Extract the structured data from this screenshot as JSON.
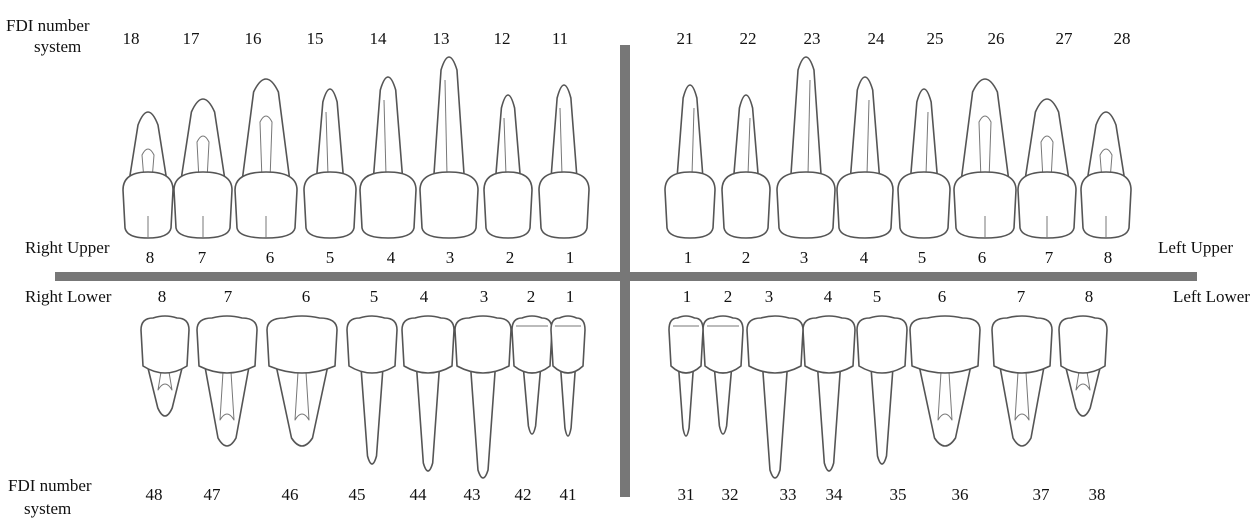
{
  "system_label": {
    "top": [
      "FDI number",
      "system"
    ],
    "bottom": [
      "FDI number",
      "system"
    ]
  },
  "quadrant_labels": {
    "right_upper": "Right Upper",
    "left_upper": "Left Upper",
    "right_lower": "Right Lower",
    "left_lower": "Left Lower"
  },
  "upper_fdi_right": [
    "18",
    "17",
    "16",
    "15",
    "14",
    "13",
    "12",
    "11"
  ],
  "upper_fdi_left": [
    "21",
    "22",
    "23",
    "24",
    "25",
    "26",
    "27",
    "28"
  ],
  "lower_fdi_right": [
    "48",
    "47",
    "46",
    "45",
    "44",
    "43",
    "42",
    "41"
  ],
  "lower_fdi_left": [
    "31",
    "32",
    "33",
    "34",
    "35",
    "36",
    "37",
    "38"
  ],
  "upper_pos_right": [
    "8",
    "7",
    "6",
    "5",
    "4",
    "3",
    "2",
    "1"
  ],
  "upper_pos_left": [
    "1",
    "2",
    "3",
    "4",
    "5",
    "6",
    "7",
    "8"
  ],
  "lower_pos_right": [
    "8",
    "7",
    "6",
    "5",
    "4",
    "3",
    "2",
    "1"
  ],
  "lower_pos_left": [
    "1",
    "2",
    "3",
    "4",
    "5",
    "6",
    "7",
    "8"
  ],
  "tooth_types": [
    "molar",
    "molar",
    "molar",
    "premolar",
    "premolar",
    "canine",
    "incisor",
    "incisor"
  ],
  "colors": {
    "divider": "#777777",
    "outline": "#555555",
    "text": "#111111"
  }
}
